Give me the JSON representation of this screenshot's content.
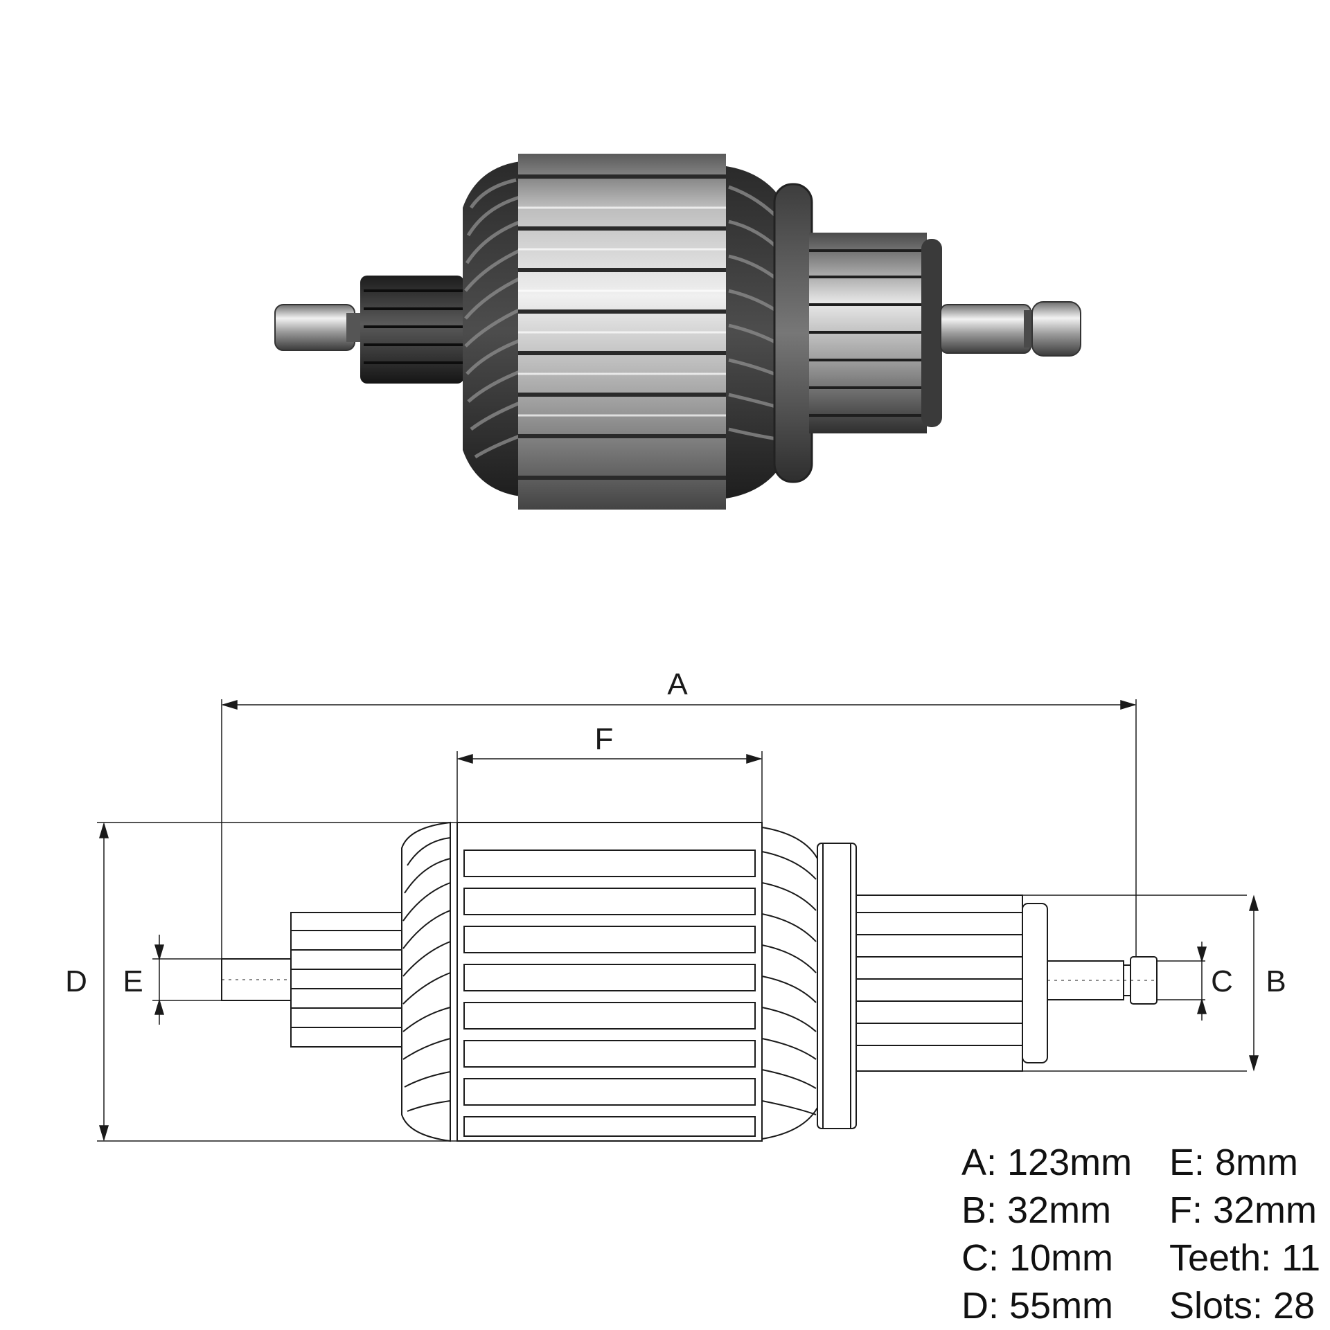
{
  "dimension_letters": {
    "a": "A",
    "b": "B",
    "c": "C",
    "d": "D",
    "e": "E",
    "f": "F"
  },
  "specs": {
    "left": [
      {
        "text": "A: 123mm"
      },
      {
        "text": "B: 32mm"
      },
      {
        "text": "C: 10mm"
      },
      {
        "text": "D: 55mm"
      }
    ],
    "right": [
      {
        "text": "E: 8mm"
      },
      {
        "text": "F: 32mm"
      },
      {
        "text": "Teeth: 11"
      },
      {
        "text": "Slots: 28"
      }
    ]
  },
  "colors": {
    "background": "#ffffff",
    "line": "#1a1a1a",
    "metal_light": "#d9d9d9",
    "metal_dark": "#3a3a3a"
  }
}
